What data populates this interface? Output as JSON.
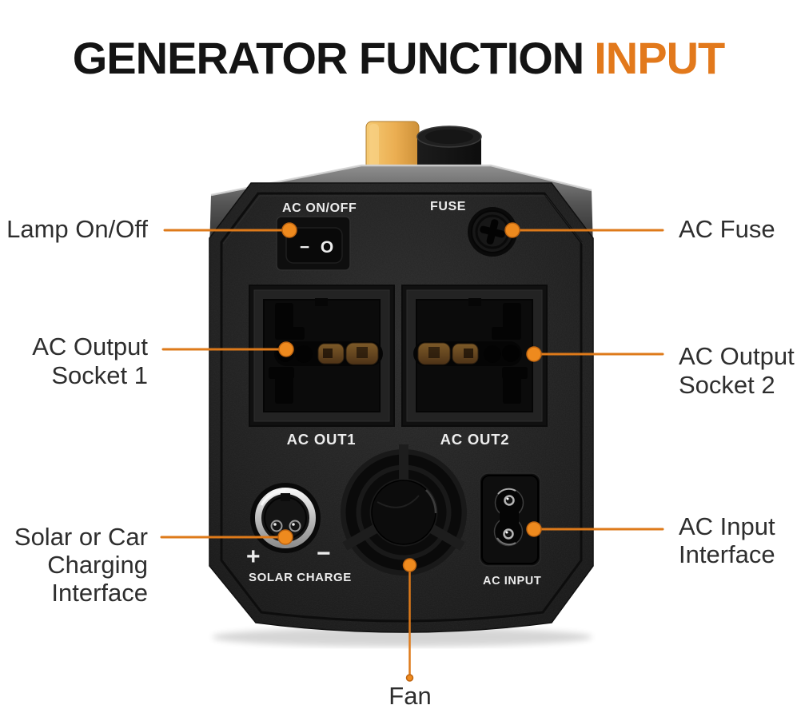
{
  "title": {
    "part_black": "GENERATOR FUNCTION",
    "part_orange": "INPUT"
  },
  "colors": {
    "accent_orange": "#E2791C",
    "title_text": "#141414",
    "callout_text": "#2E2E2E",
    "device_body": "#1E1E1E",
    "device_label_text": "#EDEDED",
    "connector_yellow": "#EDB25C",
    "brass_contact": "#6E4B20"
  },
  "callouts": {
    "lamp": {
      "label": "Lamp On/Off"
    },
    "ac_fuse": {
      "label": "AC Fuse"
    },
    "output1": {
      "line1": "AC Output",
      "line2": "Socket 1"
    },
    "output2": {
      "line1": "AC Output",
      "line2": "Socket 2"
    },
    "solar": {
      "line1": "Solar or Car",
      "line2": "Charging",
      "line3": "Interface"
    },
    "ac_input": {
      "line1": "AC Input",
      "line2": "Interface"
    },
    "fan": {
      "label": "Fan"
    }
  },
  "device": {
    "switch_label": "AC ON/OFF",
    "rocker_off": "−",
    "rocker_on": "O",
    "fuse_label": "FUSE",
    "out1_label": "AC OUT1",
    "out2_label": "AC OUT2",
    "plus_symbol": "+",
    "minus_symbol": "−",
    "solar_label": "SOLAR CHARGE",
    "ac_input_label": "AC INPUT"
  }
}
